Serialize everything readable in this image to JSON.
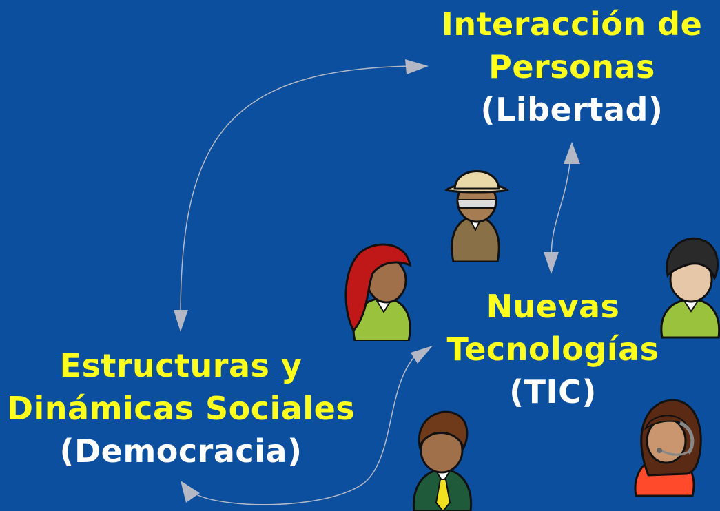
{
  "nodes": {
    "top": {
      "line1": "Interacción de",
      "line2": "Personas",
      "line3": "(Libertad)"
    },
    "middle": {
      "line1": "Nuevas",
      "line2": "Tecnologías",
      "line3": "(TIC)"
    },
    "left": {
      "line1": "Estructuras y",
      "line2": "Dinámicas Sociales",
      "line3": "(Democracia)"
    }
  },
  "colors": {
    "background": "#0b4f9e",
    "heading": "#ffff1e",
    "subheading": "#ffffff",
    "arrow": "#b4b8c4"
  },
  "icons": [
    "person-hat-icon",
    "person-redhair-icon",
    "person-darkhair-icon",
    "person-headset-icon",
    "person-tie-icon"
  ]
}
